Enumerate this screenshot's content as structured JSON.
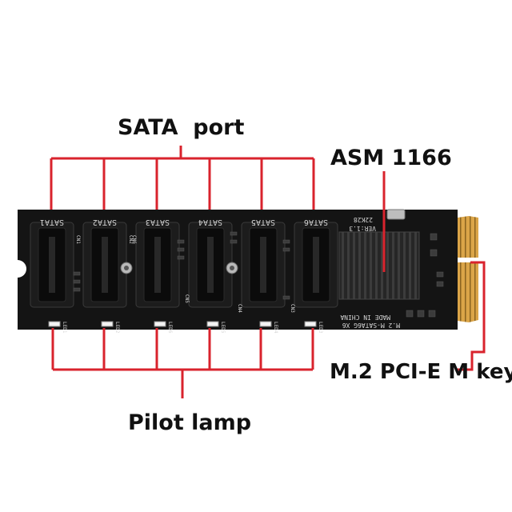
{
  "labels": {
    "sata_port": "SATA  port",
    "chip": "ASM 1166",
    "m2_key": "M.2 PCI-E M key",
    "pilot_lamp": "Pilot lamp"
  },
  "silkscreen": {
    "ports": [
      "SATA1",
      "SATA2",
      "SATA3",
      "SATA4",
      "SATA5",
      "SATA6"
    ],
    "leds": [
      "LED1",
      "LED2",
      "LED6",
      "LED5",
      "LED4",
      "LED3"
    ],
    "connectors": [
      "CN1",
      "CN2",
      "CN6",
      "CN5",
      "CN4",
      "CN3"
    ],
    "version": "VER:1.3",
    "date_code": "22K28",
    "made_in": "MADE IN CHINA",
    "model": "M.2 M-SATA6G X6"
  },
  "colors": {
    "pcb": "#161616",
    "callout": "#d9232d",
    "gold": "#d9a144",
    "heatsink": "#2b2b2b"
  }
}
